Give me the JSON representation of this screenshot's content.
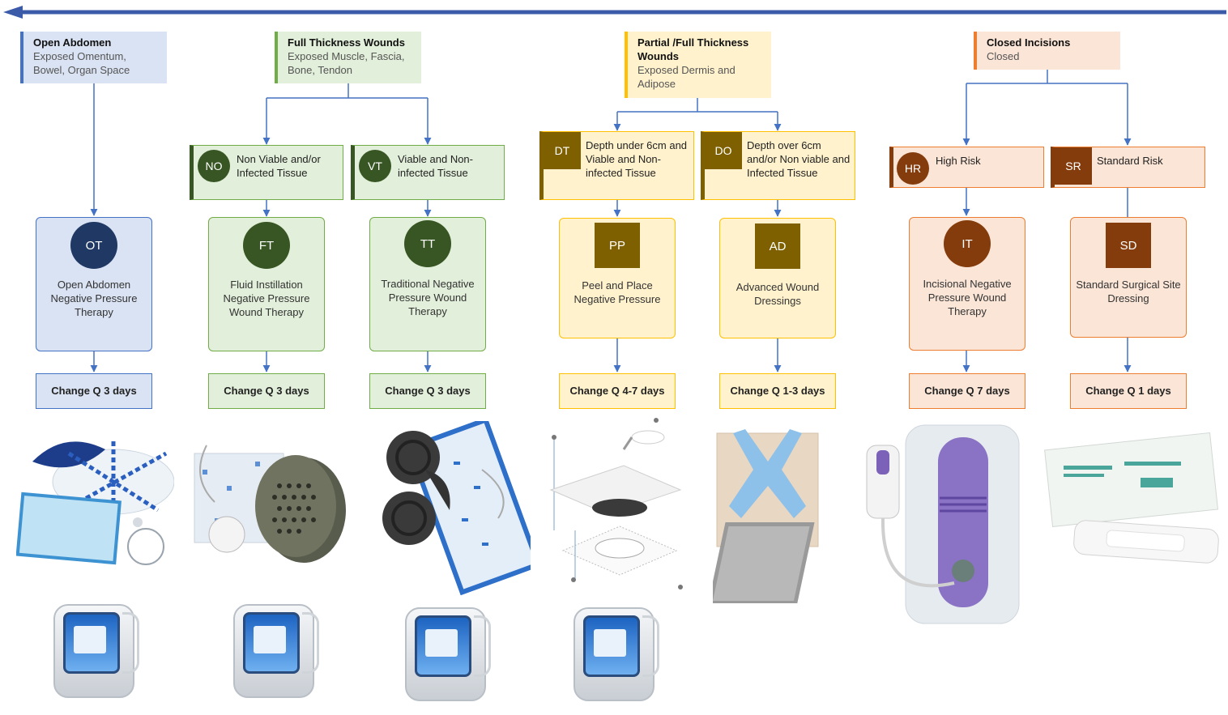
{
  "colors": {
    "arrow": "#3b5ba8",
    "connector": "#4472c4",
    "open": {
      "accent": "#4472c4",
      "fill": "#dae3f3",
      "dark": "#1f3864"
    },
    "full": {
      "accent": "#70ad47",
      "fill": "#e2efda",
      "dark": "#375623"
    },
    "partial": {
      "accent": "#ffc000",
      "fill": "#fff2cc",
      "dark": "#7f6000"
    },
    "closed": {
      "accent": "#ed7d31",
      "fill": "#fbe5d6",
      "dark": "#843c0c"
    }
  },
  "categories": [
    {
      "title": "Open Abdomen",
      "subtitle": "Exposed Omentum, Bowel, Organ Space"
    },
    {
      "title": "Full Thickness Wounds",
      "subtitle": "Exposed Muscle, Fascia, Bone, Tendon"
    },
    {
      "title": "Partial /Full Thickness Wounds",
      "subtitle": "Exposed Dermis and Adipose"
    },
    {
      "title": "Closed Incisions",
      "subtitle": "Closed"
    }
  ],
  "subcategories": [
    {
      "code": "NO",
      "label": "Non Viable and/or Infected Tissue"
    },
    {
      "code": "VT",
      "label": "Viable and Non-infected Tissue"
    },
    {
      "code": "DT",
      "label": "Depth under 6cm and Viable and Non-infected Tissue"
    },
    {
      "code": "DO",
      "label": "Depth over 6cm and/or Non viable and Infected Tissue"
    },
    {
      "code": "HR",
      "label": "High Risk"
    },
    {
      "code": "SR",
      "label": "Standard Risk"
    }
  ],
  "therapies": [
    {
      "code": "OT",
      "name": "Open Abdomen Negative Pressure Therapy",
      "change": "Change Q 3 days"
    },
    {
      "code": "FT",
      "name": "Fluid Instillation Negative Pressure Wound Therapy",
      "change": "Change Q 3 days"
    },
    {
      "code": "TT",
      "name": "Traditional Negative Pressure Wound Therapy",
      "change": "Change Q 3 days"
    },
    {
      "code": "PP",
      "name": "Peel and Place Negative Pressure",
      "change": "Change Q 4-7 days"
    },
    {
      "code": "AD",
      "name": "Advanced Wound Dressings",
      "change": "Change Q 1-3 days"
    },
    {
      "code": "IT",
      "name": "Incisional Negative Pressure Wound Therapy",
      "change": "Change Q 7 days"
    },
    {
      "code": "SD",
      "name": "Standard Surgical Site Dressing",
      "change": "Change Q 1 days"
    }
  ],
  "images": {
    "products": [
      "abdominal-dressing-kit",
      "instillation-foam-dressing",
      "foam-dressing-kit",
      "peel-and-place-dressing",
      "advanced-dressing",
      "incisional-npwt-device",
      "surgical-dressing-pack"
    ],
    "pumps": [
      "npwt-pump",
      "instillation-pump",
      "npwt-pump",
      "npwt-pump"
    ]
  }
}
